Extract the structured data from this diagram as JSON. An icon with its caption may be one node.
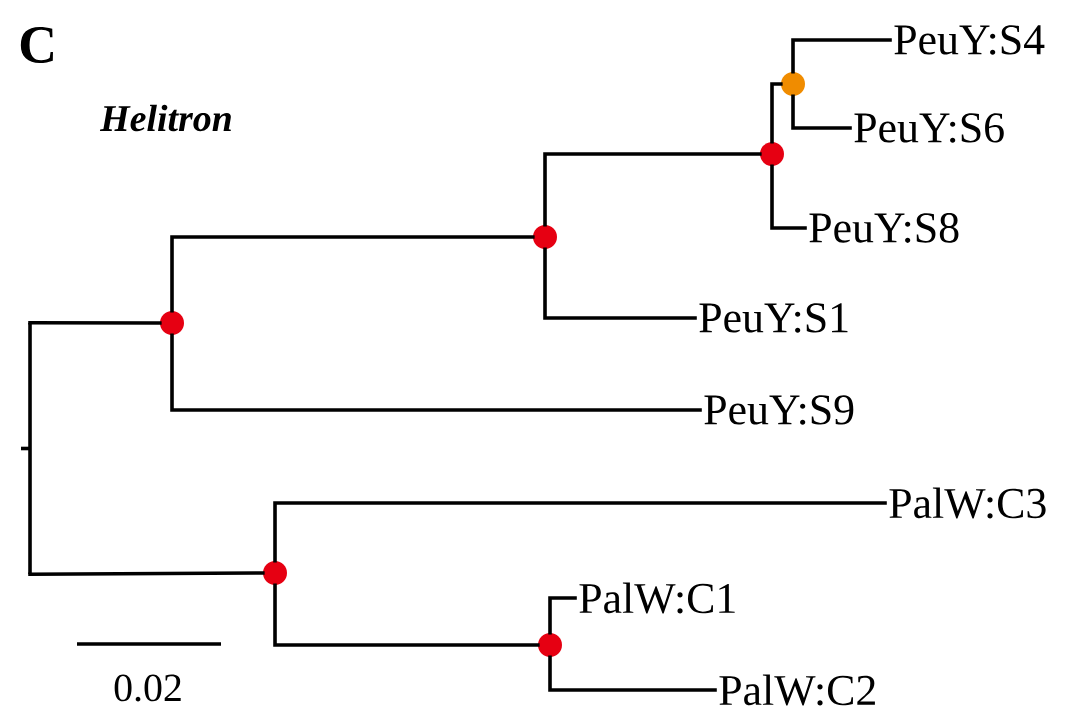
{
  "diagram": {
    "nodes": [
      {
        "text": [],
        "shape": "bar"
      },
      {
        "text": [],
        "shape": "circle"
      },
      {
        "text": [],
        "shape": "circle"
      },
      {
        "text": [],
        "shape": "circle"
      },
      {
        "text": [],
        "shape": "circle"
      },
      {
        "text": [
          "PeuY:S4"
        ]
      },
      {
        "text": [
          "PeuY:S6"
        ]
      },
      {
        "text": [
          "PeuY:S8"
        ]
      },
      {
        "text": [
          "PeuY:S1"
        ]
      },
      {
        "text": [
          "PeuY:S9"
        ]
      },
      {
        "text": [],
        "shape": "circle"
      },
      {
        "text": [
          "PalW:C3"
        ]
      },
      {
        "text": [],
        "shape": "circle"
      },
      {
        "text": [
          "PalW:C1"
        ]
      },
      {
        "text": [
          "PalW:C2"
        ]
      }
    ],
    "edges": [
      {
        "from": 0,
        "to": 1,
        "arrow": "none"
      },
      {
        "from": 0,
        "to": 10,
        "arrow": "none"
      },
      {
        "from": 1,
        "to": 2,
        "arrow": "none"
      },
      {
        "from": 1,
        "to": 9,
        "arrow": "none"
      },
      {
        "from": 2,
        "to": 3,
        "arrow": "none"
      },
      {
        "from": 2,
        "to": 8,
        "arrow": "none"
      },
      {
        "from": 3,
        "to": 4,
        "arrow": "none"
      },
      {
        "from": 3,
        "to": 7,
        "arrow": "none"
      },
      {
        "from": 4,
        "to": 5,
        "arrow": "none"
      },
      {
        "from": 4,
        "to": 6,
        "arrow": "none"
      },
      {
        "from": 10,
        "to": 11,
        "arrow": "none"
      },
      {
        "from": 10,
        "to": 12,
        "arrow": "none"
      },
      {
        "from": 12,
        "to": 13,
        "arrow": "none"
      },
      {
        "from": 12,
        "to": 14,
        "arrow": "none"
      }
    ],
    "labels": [
      "C",
      "Helitron",
      "0.02"
    ]
  }
}
